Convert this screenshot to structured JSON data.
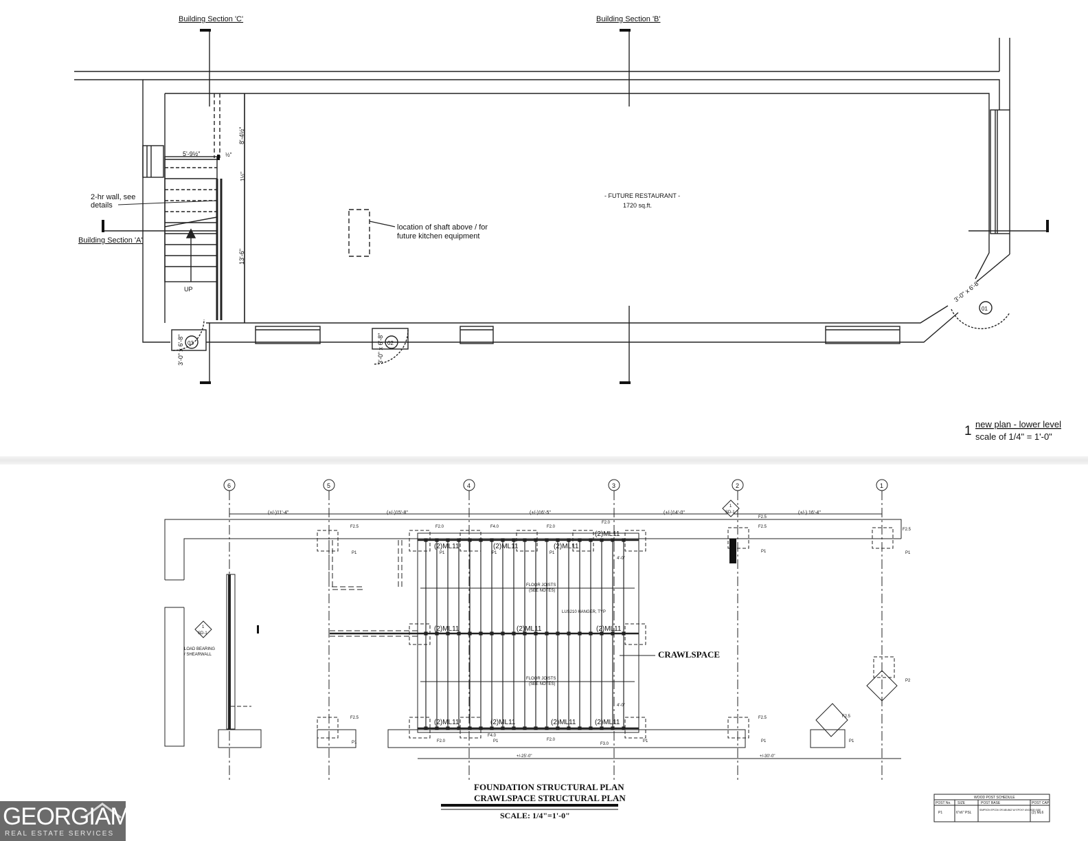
{
  "top_plan": {
    "section_c": "Building Section 'C'",
    "section_b": "Building Section 'B'",
    "section_a": "Building Section 'A'",
    "wall_note_1": "2-hr wall, see",
    "wall_note_2": "details",
    "shaft_note_1": "location of shaft above / for",
    "shaft_note_2": "future kitchen equipment",
    "room_name": "- FUTURE RESTAURANT -",
    "room_area": "1720 sq.ft.",
    "dim_a": "5'-9½\"",
    "dim_b": "½\"",
    "dim_c": "8'-4½\"",
    "dim_d": "1½\"",
    "dim_e": "13'-6\"",
    "stair_up": "UP",
    "door_01_tag": "01",
    "door_01_size": "3'-0\" x 6'-8\"",
    "door_02_tag": "02",
    "door_02_size": "3'-0\" x 6'-8\"",
    "door_03_tag": "03",
    "door_03_size": "3'-0\" x 6'-8\"",
    "title_number": "1",
    "title_name": "new plan - lower level",
    "title_scale": "scale of 1/4\" = 1'-0\""
  },
  "bottom_plan": {
    "grid_6": "6",
    "grid_5": "5",
    "grid_4": "4",
    "grid_3": "3",
    "grid_2": "2",
    "grid_1": "1",
    "span_65": "(+/-)11'-4\"",
    "span_54": "(+/-)15'-8\"",
    "span_43": "(+/-)16'-5\"",
    "span_32": "(+/-)14'-0\"",
    "span_21": "(+/-) 16'-4\"",
    "crawlspace": "CRAWLSPACE",
    "joists_1": "FLOOR JOISTS",
    "joists_2": "(SEE NOTES)",
    "hanger": "LUS210 HANGER, TYP",
    "beam": "(2)ML11",
    "load_bearing_1": "LOAD BEARING",
    "load_bearing_2": "/ SHEARWALL",
    "section_tag_top": "1",
    "section_tag_bottom": "SD-1",
    "footing_f25": "F2.5",
    "footing_f40": "F4.0",
    "footing_f20": "F2.0",
    "footing_f30": "F3.0",
    "post_p1": "P1",
    "post_p2": "P2",
    "dim_bottom_left": "+/-25'-0\"",
    "dim_bottom_right": "+/-30'-0\"",
    "dim_small_1": "4'-0\"",
    "dim_small_2": "4'-0\"",
    "title_line_1": "FOUNDATION STRUCTURAL PLAN",
    "title_line_2": "CRAWLSPACE STRUCTURAL PLAN",
    "title_scale": "SCALE: 1/4\"=1'-0\""
  },
  "schedule": {
    "title": "WOOD POST SCHEDULE",
    "headers": [
      "POST No.",
      "SIZE",
      "POST BASE",
      "POST CAP"
    ],
    "row": [
      "P1",
      "6\"x6\" PSL",
      "SIMPSON EPCD6 OR ABU66Z W/ EPOXY ANCHOR SIDE",
      "(2) ML6"
    ]
  },
  "logo": {
    "word": "GEORGIAMLS",
    "tagline": "REAL ESTATE SERVICES"
  }
}
